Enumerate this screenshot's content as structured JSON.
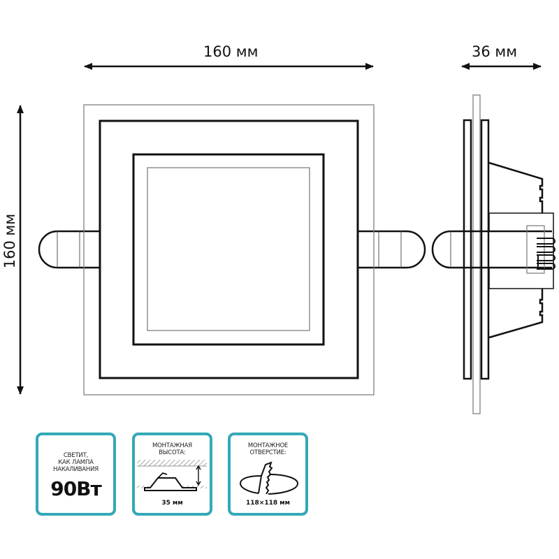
{
  "dimensions": {
    "width_label": "160 мм",
    "depth_label": "36 мм",
    "height_label": "160 мм"
  },
  "feature_cards": [
    {
      "lines": [
        "СВЕТИТ,",
        "КАК ЛАМПА",
        "НАКАЛИВАНИЯ"
      ],
      "value": "90Вт",
      "icon": "lamp-equivalent"
    },
    {
      "lines": [
        "МОНТАЖНАЯ",
        "ВЫСОТА:"
      ],
      "value": "35 мм",
      "icon": "mounting-height-icon"
    },
    {
      "lines": [
        "МОНТАЖНОЕ",
        "ОТВЕРСТИЕ:"
      ],
      "value": "118×118 мм",
      "icon": "cutout-hole-icon"
    }
  ],
  "colors": {
    "accent": "#34a9b7",
    "line": "#111111",
    "thin_line": "#808080"
  }
}
